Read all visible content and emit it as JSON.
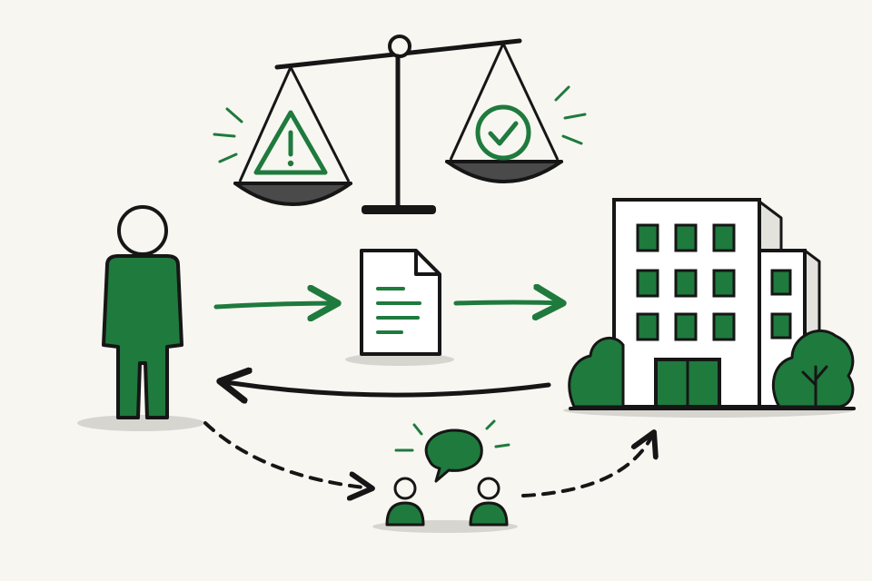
{
  "colors": {
    "background": "#f7f6f1",
    "ink": "#161616",
    "accent": "#1f7a3d",
    "accent_light": "#2d8a49",
    "shadow": "#d6d5cf",
    "pan_fill": "#4a4a4a"
  },
  "diagram": {
    "nodes": [
      {
        "id": "person",
        "icon": "person-icon"
      },
      {
        "id": "document",
        "icon": "document-icon"
      },
      {
        "id": "organization",
        "icon": "building-icon"
      },
      {
        "id": "scale",
        "icon": "balance-scale-icon"
      },
      {
        "id": "discussion",
        "icon": "two-people-chat-icon"
      }
    ],
    "scale_pans": [
      {
        "side": "left",
        "icon": "warning-triangle-icon"
      },
      {
        "side": "right",
        "icon": "check-circle-icon"
      }
    ],
    "edges": [
      {
        "from": "person",
        "to": "document",
        "style": "solid",
        "color": "accent"
      },
      {
        "from": "document",
        "to": "organization",
        "style": "solid",
        "color": "accent"
      },
      {
        "from": "organization",
        "to": "person",
        "style": "solid",
        "color": "ink"
      },
      {
        "from": "person",
        "to": "discussion",
        "style": "dashed",
        "color": "ink"
      },
      {
        "from": "discussion",
        "to": "organization",
        "style": "dashed",
        "color": "ink"
      }
    ]
  }
}
